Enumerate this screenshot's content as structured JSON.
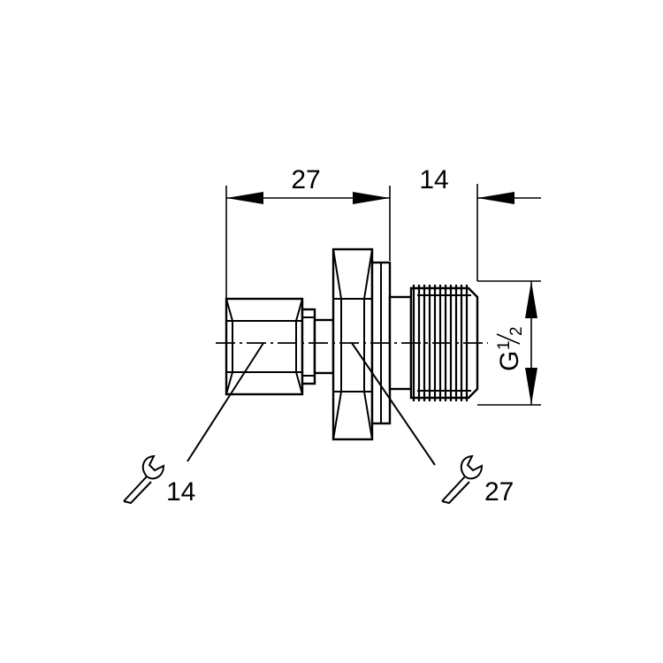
{
  "drawing": {
    "dimensions": {
      "overall_length": "27",
      "thread_length": "14",
      "thread_size": {
        "main": "G",
        "num": "1",
        "den": "2"
      }
    },
    "wrench_sizes": {
      "left": "14",
      "right": "27"
    },
    "icons": {
      "wrench": "open-end-wrench-icon"
    },
    "colors": {
      "line": "#000000",
      "background": "#ffffff"
    }
  }
}
